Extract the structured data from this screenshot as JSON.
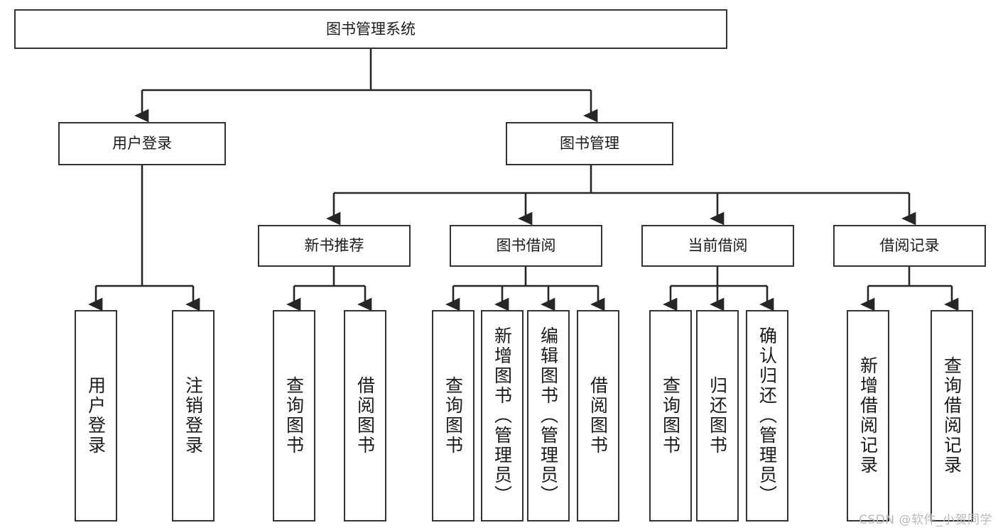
{
  "diagram": {
    "title": "图书管理系统",
    "type": "tree-hierarchy",
    "root": {
      "label": "图书管理系统"
    },
    "level2": [
      {
        "label": "用户登录"
      },
      {
        "label": "图书管理"
      }
    ],
    "level3": [
      {
        "label": "新书推荐"
      },
      {
        "label": "图书借阅"
      },
      {
        "label": "当前借阅"
      },
      {
        "label": "借阅记录"
      }
    ],
    "leaves": {
      "user_login": [
        {
          "label": "用户登录"
        },
        {
          "label": "注销登录"
        }
      ],
      "new_book_recommend": [
        {
          "label": "查询图书"
        },
        {
          "label": "借阅图书"
        }
      ],
      "book_borrow": [
        {
          "label": "查询图书"
        },
        {
          "label": "新增图书（管理员）"
        },
        {
          "label": "编辑图书（管理员）"
        },
        {
          "label": "借阅图书"
        }
      ],
      "current_borrow": [
        {
          "label": "查询图书"
        },
        {
          "label": "归还图书"
        },
        {
          "label": "确认归还（管理员）"
        }
      ],
      "borrow_records": [
        {
          "label": "新增借阅记录"
        },
        {
          "label": "查询借阅记录"
        }
      ]
    }
  },
  "watermark": {
    "text": "CSDN @软件_小贺同学"
  },
  "colors": {
    "box_border": "#333333",
    "box_fill": "#ffffff",
    "text": "#1a1a1a",
    "edge": "#262626",
    "watermark": "#b9b9b9"
  }
}
